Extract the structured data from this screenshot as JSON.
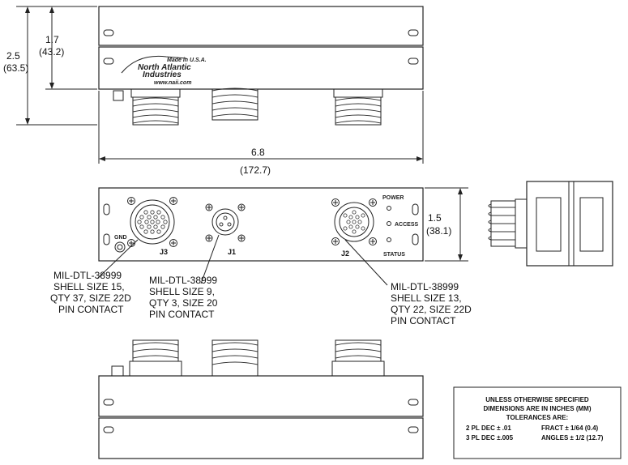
{
  "dimensions": {
    "overall_height_in": "2.5",
    "overall_height_mm": "(63.5)",
    "flange_height_in": "1.7",
    "flange_height_mm": "(43.2)",
    "width_in": "6.8",
    "width_mm": "(172.7)",
    "front_height_in": "1.5",
    "front_height_mm": "(38.1)"
  },
  "logo": {
    "made_in": "Made in U.S.A.",
    "line1": "North Atlantic",
    "line2": "Industries",
    "url": "www.naii.com"
  },
  "front_panel": {
    "j3": "J3",
    "j1": "J1",
    "j2": "J2",
    "gnd": "GND",
    "power": "POWER",
    "access": "ACCESS",
    "status": "STATUS"
  },
  "callouts": {
    "j3": [
      "MIL-DTL-38999",
      "SHELL SIZE 15,",
      "QTY 37, SIZE 22D",
      "PIN CONTACT"
    ],
    "j1": [
      "MIL-DTL-38999",
      "SHELL SIZE 9,",
      "QTY 3, SIZE 20",
      "PIN CONTACT"
    ],
    "j2": [
      "MIL-DTL-38999",
      "SHELL SIZE 13,",
      "QTY 22, SIZE 22D",
      "PIN CONTACT"
    ]
  },
  "tolerance_note": {
    "line1": "UNLESS OTHERWISE SPECIFIED",
    "line2": "DIMENSIONS ARE IN INCHES (MM)",
    "line3": "TOLERANCES ARE:",
    "row1_left": "2 PL DEC ± .01",
    "row1_right": "FRACT ± 1/64 (0.4)",
    "row2_left": "3 PL DEC ±.005",
    "row2_right": "ANGLES ± 1/2 (12.7)"
  }
}
